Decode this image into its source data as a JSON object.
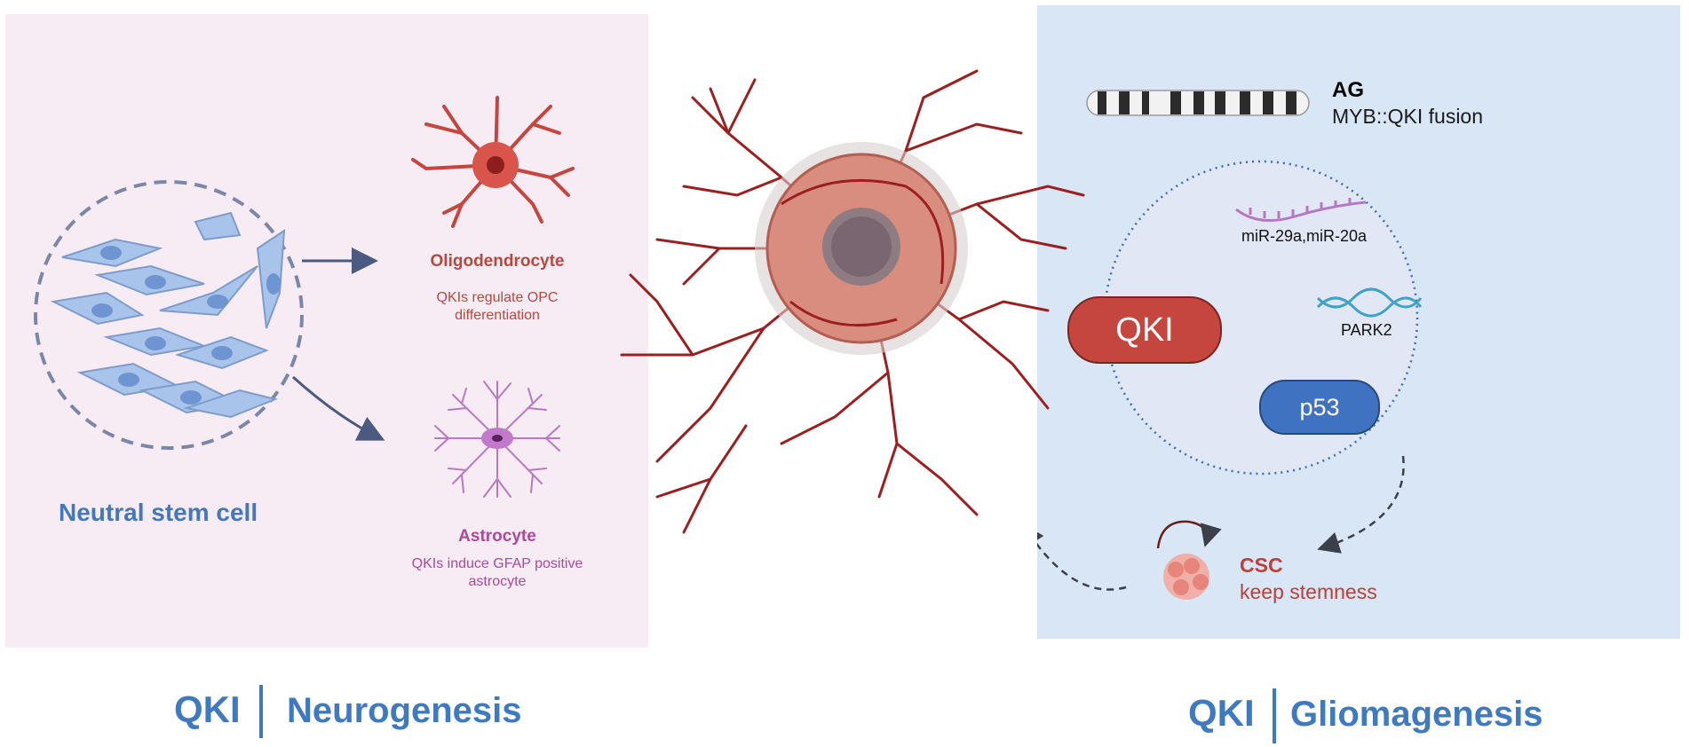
{
  "left_panel": {
    "stem_cell_label": "Neutral stem cell",
    "oligodendrocyte": {
      "title": "Oligodendrocyte",
      "description": "QKIs regulate OPC differentiation"
    },
    "astrocyte": {
      "title": "Astrocyte",
      "description": "QKIs induce GFAP positive astrocyte"
    }
  },
  "right_panel": {
    "ag_title": "AG",
    "ag_subtitle": "MYB::QKI fusion",
    "mirna_label": "miR-29a,miR-20a",
    "park2_label": "PARK2",
    "qki_label": "QKI",
    "p53_label": "p53",
    "csc_title": "CSC",
    "csc_subtitle": "keep stemness"
  },
  "footer": {
    "left": {
      "qki": "QKI",
      "topic": "Neurogenesis"
    },
    "right": {
      "qki": "QKI",
      "topic": "Gliomagenesis"
    }
  },
  "colors": {
    "left_bg": "#f8ecf4",
    "right_bg": "#d8e6f5",
    "accent_blue": "#3f79bf",
    "oligo_red": "#b44a3e",
    "astro_purple": "#a94a9a",
    "qki_red": "#c4463f",
    "p53_blue": "#3f73c2",
    "vessel_red": "#9c1f1f"
  }
}
